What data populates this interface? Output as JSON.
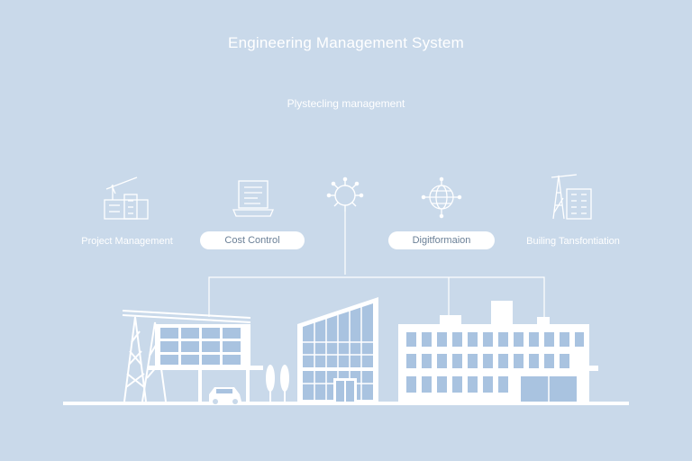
{
  "title": "Engineering Management System",
  "subtitle": "Plystecling management",
  "nodes": [
    {
      "label": "Project Management",
      "icon": "construction-crane-building-icon",
      "style": "text"
    },
    {
      "label": "Cost Control",
      "icon": "laptop-document-icon",
      "style": "pill"
    },
    {
      "label": "",
      "icon": "gear-network-icon",
      "style": "none"
    },
    {
      "label": "Digitformaion",
      "icon": "globe-network-icon",
      "style": "pill"
    },
    {
      "label": "Builing Tansfontiation",
      "icon": "tower-building-icon",
      "style": "text"
    }
  ],
  "colors": {
    "background": "#c9d9ea",
    "line": "#ffffff",
    "glass": "#a9c3e0",
    "pill_text": "#6a7f96"
  }
}
